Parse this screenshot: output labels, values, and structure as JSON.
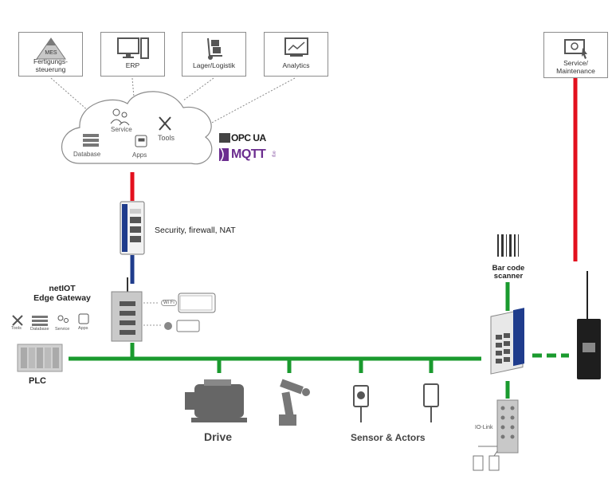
{
  "top_boxes": [
    {
      "label_line1": "Fertigungs-",
      "label_line2": "steuerung",
      "icon_text": "MES"
    },
    {
      "label_line1": "ERP",
      "label_line2": ""
    },
    {
      "label_line1": "Lager/Logistik",
      "label_line2": ""
    },
    {
      "label_line1": "Analytics",
      "label_line2": ""
    }
  ],
  "service_box": {
    "label_line1": "Service/",
    "label_line2": "Maintenance"
  },
  "cloud": {
    "service": "Service",
    "tools": "Tools",
    "database": "Database",
    "apps": "Apps"
  },
  "protocols": {
    "opc": "OPC UA",
    "mqtt": "MQTT",
    "mqtt_small": "org"
  },
  "security_label": "Security, firewall, NAT",
  "gateway": {
    "title_line1": "netIOT",
    "title_line2": "Edge Gateway",
    "tools": "Tools",
    "database": "Database",
    "service": "Service",
    "apps": "Apps",
    "wifi": "Wi Fi"
  },
  "plc_label": "PLC",
  "drive_label": "Drive",
  "sensor_label": "Sensor & Actors",
  "scanner": {
    "line1": "Bar code",
    "line2": "scanner"
  },
  "iolink_label": "IO-Link",
  "colors": {
    "green": "#1a9a2e",
    "red": "#e3101e",
    "blue": "#1f3c8c",
    "grey": "#8a8a8a"
  }
}
